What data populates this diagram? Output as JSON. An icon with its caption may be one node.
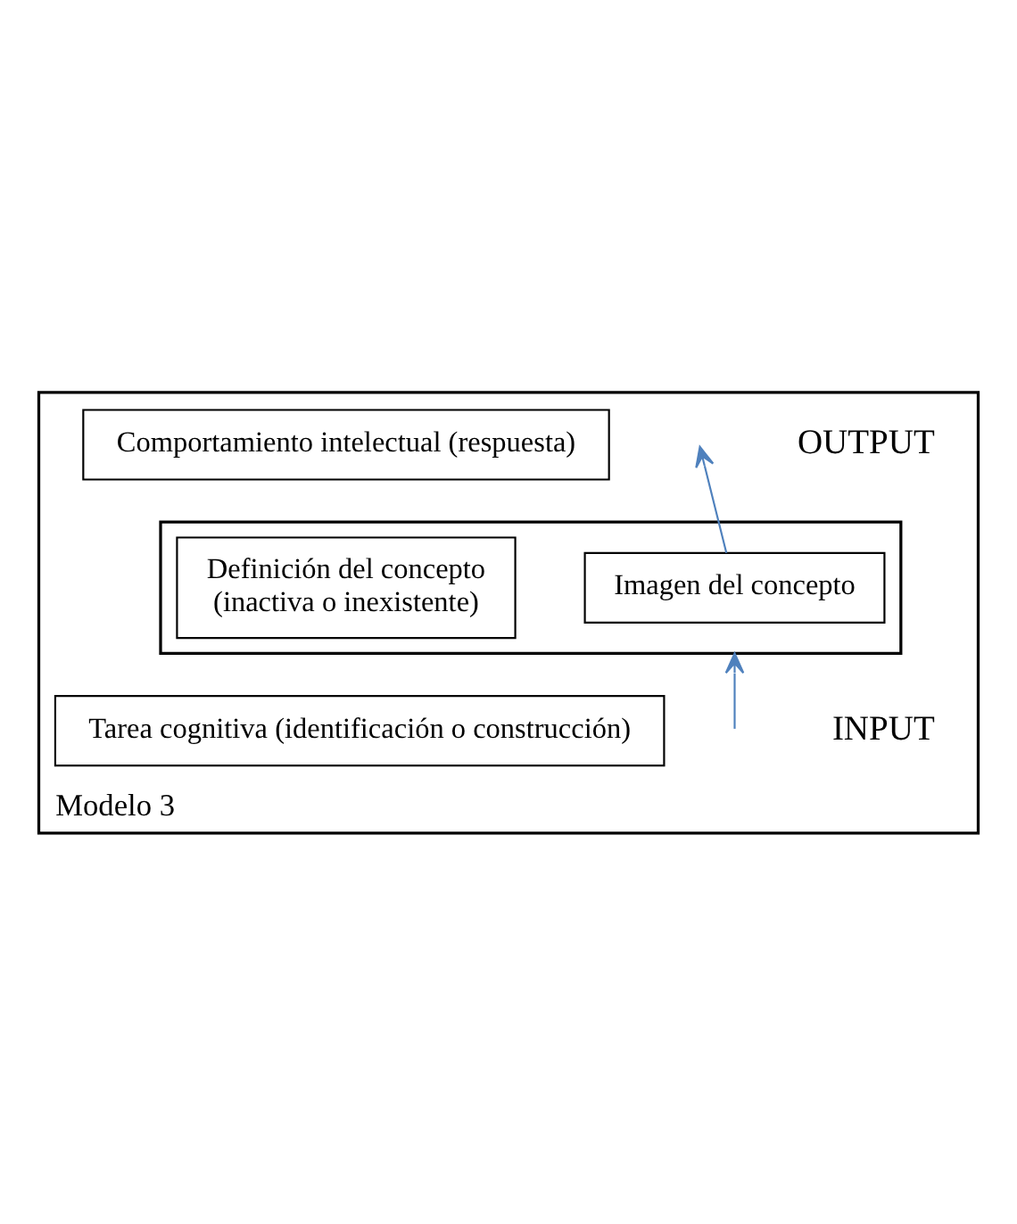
{
  "diagram": {
    "nodes": [
      {
        "text": [
          "Modelo 3"
        ]
      },
      {
        "text": [
          "Comportamiento intelectual (respuesta)"
        ],
        "in": 0
      },
      {
        "text": [],
        "shape": "box",
        "in": 0
      },
      {
        "text": [
          "Imagen del concepto"
        ],
        "in": 2
      },
      {
        "text": [
          "Definición del concepto",
          "(inactiva o inexistente)"
        ],
        "in": 2
      },
      {
        "text": [
          "Tarea cognitiva (identificación o construcción)"
        ],
        "in": 0
      }
    ],
    "edges": [
      {
        "from": null,
        "to": 2,
        "arrow": "to",
        "color": "#4f81bd"
      },
      {
        "from": 3,
        "to": null,
        "arrow": "to",
        "color": "#4f81bd"
      }
    ],
    "labels": [
      "OUTPUT",
      "INPUT"
    ]
  }
}
